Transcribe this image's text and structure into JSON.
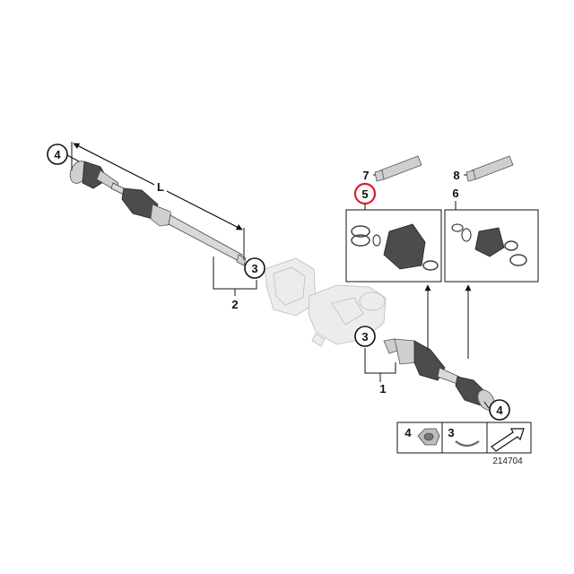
{
  "callouts": {
    "c4_left": "4",
    "c3_upper": "3",
    "c2": "2",
    "c3_lower": "3",
    "c1": "1",
    "c4_right": "4",
    "c5": "5",
    "c7": "7",
    "c6": "6",
    "c8": "8",
    "dim_L": "L"
  },
  "legend": {
    "item1_num": "4",
    "item2_num": "3"
  },
  "diagram_number": "214704",
  "colors": {
    "highlight": "#d81e2b"
  }
}
